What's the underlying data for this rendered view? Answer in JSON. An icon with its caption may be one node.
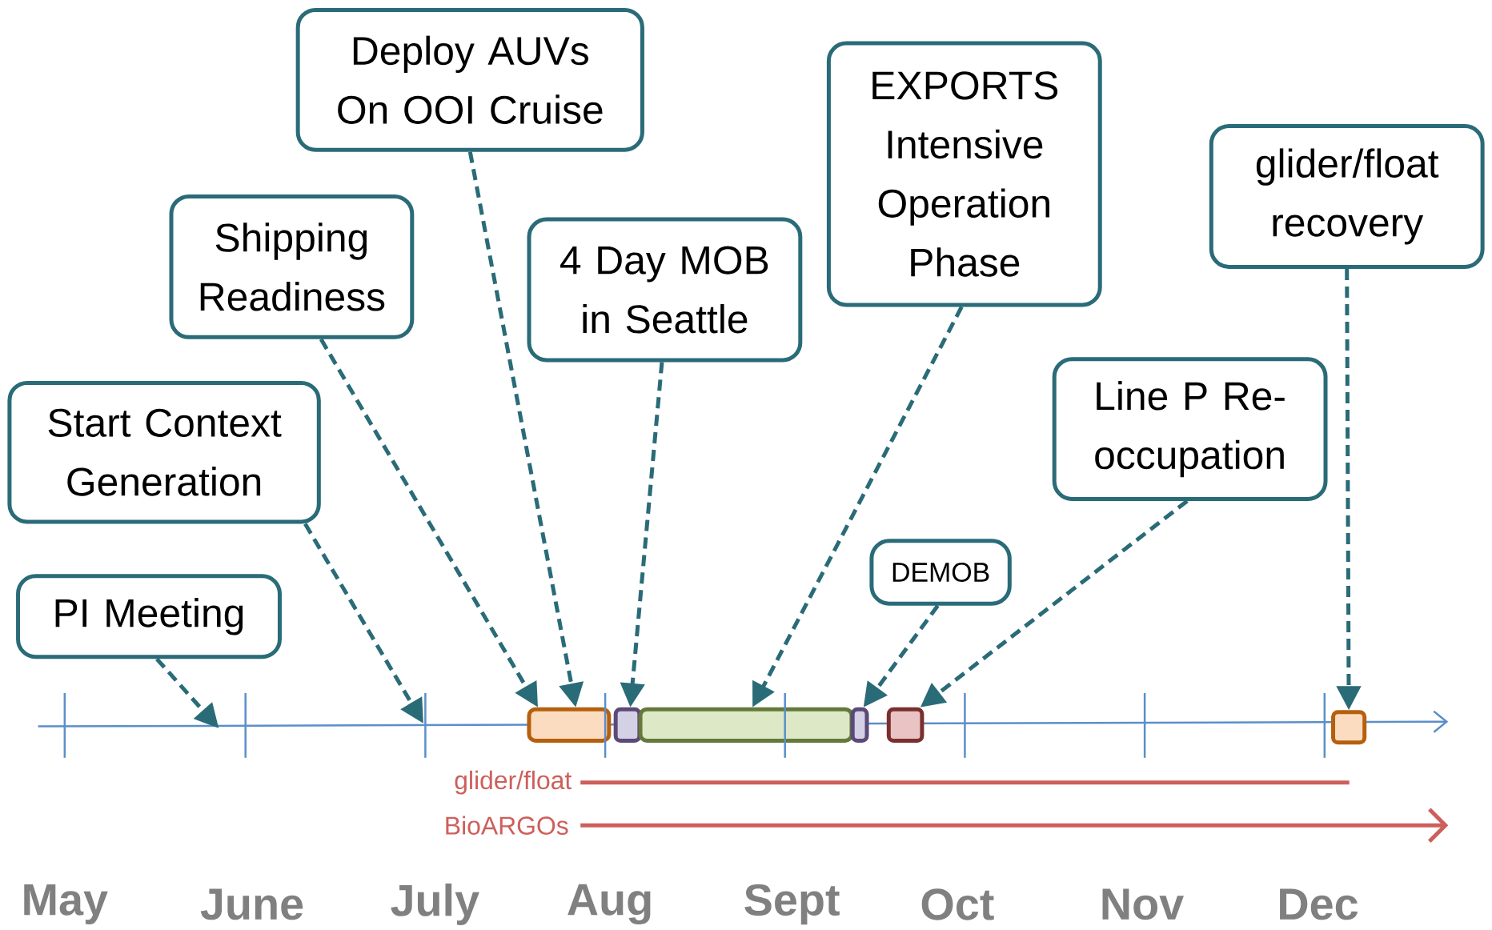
{
  "diagram": {
    "nodes": [
      {
        "text": [
          "Deploy AUVs On OOI Cruise"
        ]
      },
      {
        "text": [
          "EXPORTS Intensive Operation Phase"
        ]
      },
      {
        "text": [
          "glider/float recovery"
        ]
      },
      {
        "text": [
          "Shipping Readiness"
        ]
      },
      {
        "text": [
          "4 Day MOB in Seattle"
        ]
      },
      {
        "text": [
          "Line P Re-occupation"
        ]
      },
      {
        "text": [
          "Start Context Generation"
        ]
      },
      {
        "text": [
          "DEMOB"
        ]
      },
      {
        "text": [
          "PI Meeting"
        ]
      },
      {
        "text": [],
        "shape": "bar"
      },
      {
        "text": [],
        "shape": "box"
      },
      {
        "text": [],
        "shape": "bar"
      },
      {
        "text": [],
        "shape": "box"
      },
      {
        "text": [],
        "shape": "box"
      },
      {
        "text": [],
        "shape": "box"
      }
    ],
    "edges": [
      {
        "from": 8,
        "to": null,
        "arrow": "to"
      },
      {
        "from": 6,
        "to": null,
        "arrow": "to"
      },
      {
        "from": 3,
        "to": 9,
        "arrow": "to"
      },
      {
        "from": 0,
        "to": 9,
        "arrow": "to"
      },
      {
        "from": 4,
        "to": 10,
        "arrow": "to"
      },
      {
        "from": 1,
        "to": 11,
        "arrow": "to"
      },
      {
        "from": 7,
        "to": 12,
        "arrow": "to"
      },
      {
        "from": 5,
        "to": 13,
        "arrow": "to"
      },
      {
        "from": 2,
        "to": 14,
        "arrow": "to"
      }
    ],
    "labels": [
      "glider/float",
      "BioARGOs",
      "May",
      "June",
      "July",
      "Aug",
      "Sept",
      "Oct",
      "Nov",
      "Dec"
    ]
  }
}
